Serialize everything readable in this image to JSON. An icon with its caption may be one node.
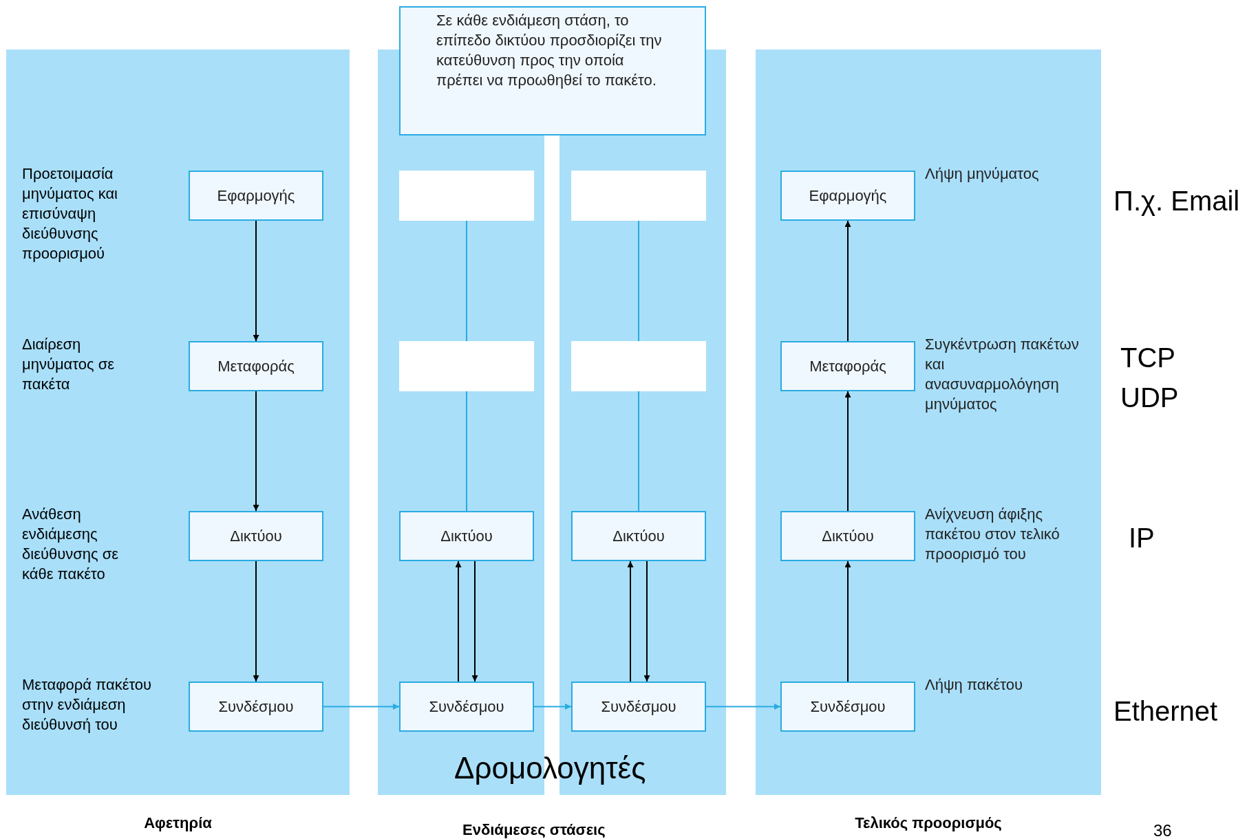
{
  "diagram": {
    "nodes": [
      {
        "text": [
          "Σε κάθε ενδιάμεση στάση, το επίπεδο δικτύου προσδιορίζει την κατεύθυνση προς την οποία πρέπει να προωθηθεί το πακέτο."
        ]
      },
      {
        "text": [
          "Αφετηρία"
        ]
      },
      {
        "text": [
          "Εφαρμογής"
        ],
        "in": 1
      },
      {
        "text": [
          "Μεταφοράς"
        ],
        "in": 1
      },
      {
        "text": [
          "Δικτύου"
        ],
        "in": 1
      },
      {
        "text": [
          "Συνδέσμου"
        ],
        "in": 1
      },
      {
        "text": [],
        "shape": "box"
      },
      {
        "text": [],
        "shape": "box",
        "in": 6
      },
      {
        "text": [],
        "shape": "box",
        "in": 6
      },
      {
        "text": [
          "Δικτύου"
        ],
        "in": 6
      },
      {
        "text": [
          "Συνδέσμου"
        ],
        "in": 6
      },
      {
        "text": [],
        "shape": "box"
      },
      {
        "text": [],
        "shape": "box",
        "in": 11
      },
      {
        "text": [],
        "shape": "box",
        "in": 11
      },
      {
        "text": [
          "Δικτύου"
        ],
        "in": 11
      },
      {
        "text": [
          "Συνδέσμου"
        ],
        "in": 11
      },
      {
        "text": [
          "Τελικός προορισμός"
        ]
      },
      {
        "text": [
          "Εφαρμογής"
        ],
        "in": 16,
        "beside": [
          "Λήψη μηνύματος"
        ]
      },
      {
        "text": [
          "Μεταφοράς"
        ],
        "in": 16,
        "beside": [
          "Συγκέντρωση πακέτων και ανασυναρμολόγηση μηνύματος"
        ]
      },
      {
        "text": [
          "Δικτύου"
        ],
        "in": 16,
        "beside": [
          "Ανίχνευση άφιξης πακέτου στον τελικό προορισμό του"
        ]
      },
      {
        "text": [
          "Συνδέσμου"
        ],
        "in": 16,
        "beside": [
          "Λήψη πακέτου"
        ]
      }
    ],
    "edges": [
      {
        "from": 2,
        "to": 3,
        "arrow": "to"
      },
      {
        "from": 3,
        "to": 4,
        "arrow": "to"
      },
      {
        "from": 4,
        "to": 5,
        "arrow": "to"
      },
      {
        "from": 5,
        "to": 10,
        "arrow": "to",
        "color": "#29abe2"
      },
      {
        "from": 10,
        "to": 15,
        "arrow": "to",
        "color": "#29abe2"
      },
      {
        "from": 15,
        "to": 20,
        "arrow": "to",
        "color": "#29abe2"
      },
      {
        "from": 7,
        "to": 8,
        "arrow": "none",
        "color": "#29abe2"
      },
      {
        "from": 8,
        "to": 9,
        "arrow": "none",
        "color": "#29abe2"
      },
      {
        "from": 10,
        "to": 9,
        "arrow": "to"
      },
      {
        "from": 9,
        "to": 10,
        "arrow": "to"
      },
      {
        "from": 12,
        "to": 13,
        "arrow": "none",
        "color": "#29abe2"
      },
      {
        "from": 13,
        "to": 14,
        "arrow": "none",
        "color": "#29abe2"
      },
      {
        "from": 15,
        "to": 14,
        "arrow": "to"
      },
      {
        "from": 14,
        "to": 15,
        "arrow": "to"
      },
      {
        "from": 20,
        "to": 19,
        "arrow": "to"
      },
      {
        "from": 19,
        "to": 18,
        "arrow": "to"
      },
      {
        "from": 18,
        "to": 17,
        "arrow": "to"
      }
    ],
    "labels": [
      "Προετοιμασία μηνύματος και επισύναψη διεύθυνσης προορισμού",
      "Διαίρεση μηνύματος σε πακέτα",
      "Ανάθεση ενδιάμεσης διεύθυνσης σε κάθε πακέτο",
      "Μεταφορά πακέτου στην ενδιάμεση διεύθυνσή του",
      "Π.χ. Email",
      "TCP",
      "UDP",
      "IP",
      "Ethernet",
      "Δρομολογητές",
      "Ενδιάμεσες στάσεις",
      "36"
    ]
  }
}
